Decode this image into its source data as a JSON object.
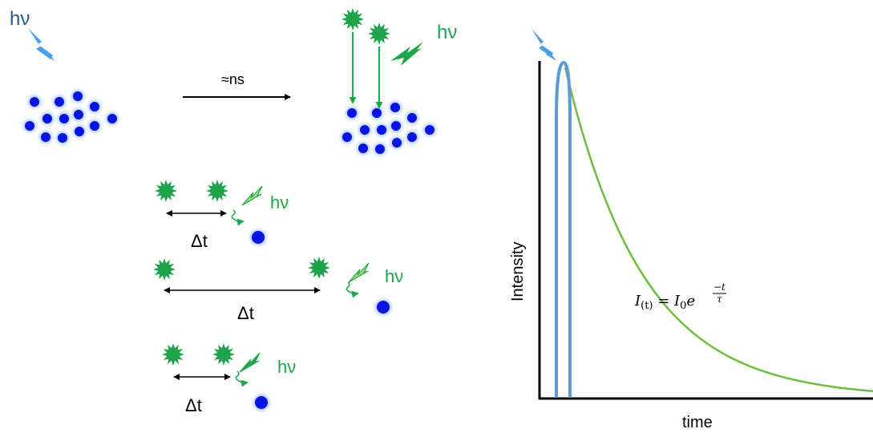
{
  "excitation_label": "hν",
  "transfer_time_label": "≈ns",
  "emission_label": "hν",
  "timelines": [
    {
      "dt_label": "Δt",
      "photon_label": "hν"
    },
    {
      "dt_label": "Δt",
      "photon_label": "hν"
    },
    {
      "dt_label": "Δt",
      "photon_label": "hν"
    }
  ],
  "decay_plot": {
    "ylabel": "Intensity",
    "xlabel": "time",
    "equation": {
      "I": "I",
      "sub_t": "(t)",
      "equals": " = ",
      "I0": "I",
      "zero": "0",
      "e": "e",
      "num": "−t",
      "den": "τ"
    }
  },
  "colors": {
    "excitation": "#4a9fe6",
    "emission": "#20a64a",
    "molecule": "#0a14e0",
    "decay_curve": "#6cbf3c",
    "pulse": "#5b9bd5",
    "axes": "#000000"
  }
}
